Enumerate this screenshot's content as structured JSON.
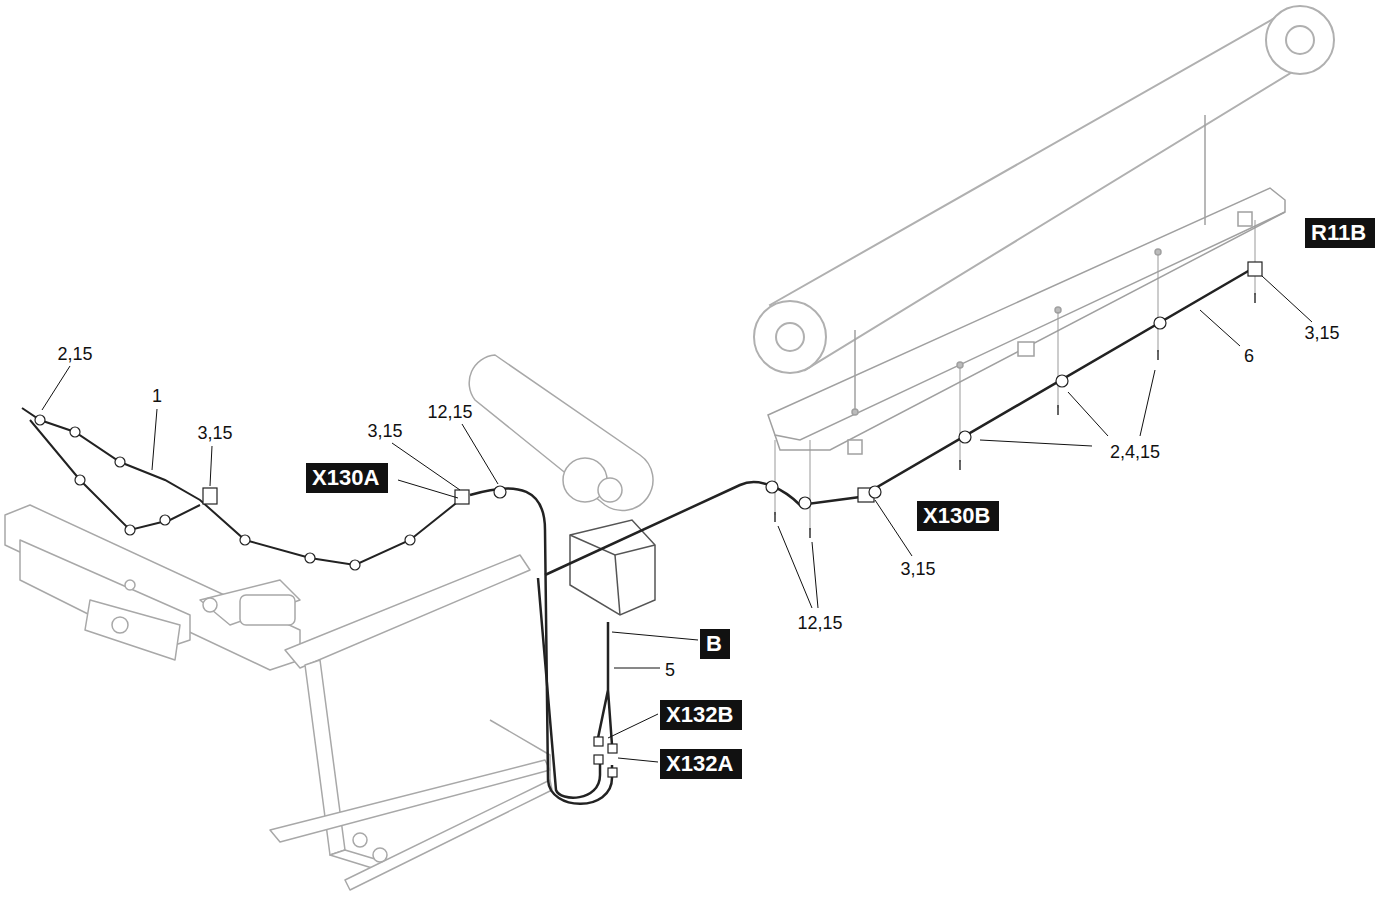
{
  "diagram": {
    "nodes": [
      {
        "text": [
          "R11B"
        ]
      },
      {
        "text": [
          "X130A"
        ]
      },
      {
        "text": [
          "X130B"
        ]
      },
      {
        "text": [
          "B"
        ]
      },
      {
        "text": [
          "X132B"
        ]
      },
      {
        "text": [
          "X132A"
        ]
      }
    ],
    "labels": [
      "2,15",
      "1",
      "3,15",
      "3,15",
      "12,15",
      "3,15",
      "6",
      "2,4,15",
      "3,15",
      "12,15",
      "5"
    ]
  }
}
